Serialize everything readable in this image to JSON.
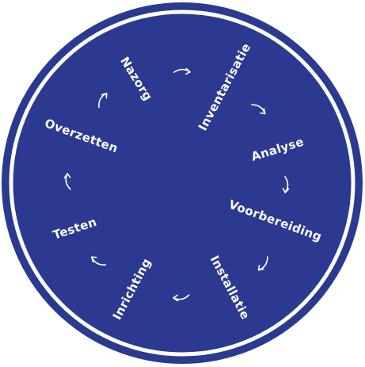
{
  "colors": {
    "disc": "#2b3990",
    "ring_gap": "#ffffff",
    "text": "#ffffff"
  },
  "cycle": {
    "steps": [
      {
        "label": "Inventarisatie"
      },
      {
        "label": "Analyse"
      },
      {
        "label": "Voorbereiding"
      },
      {
        "label": "Installatie"
      },
      {
        "label": "Inrichting"
      },
      {
        "label": "Testen"
      },
      {
        "label": "Overzetten"
      },
      {
        "label": "Nazorg"
      }
    ],
    "arrow_icon": "curved-arrow-icon"
  }
}
